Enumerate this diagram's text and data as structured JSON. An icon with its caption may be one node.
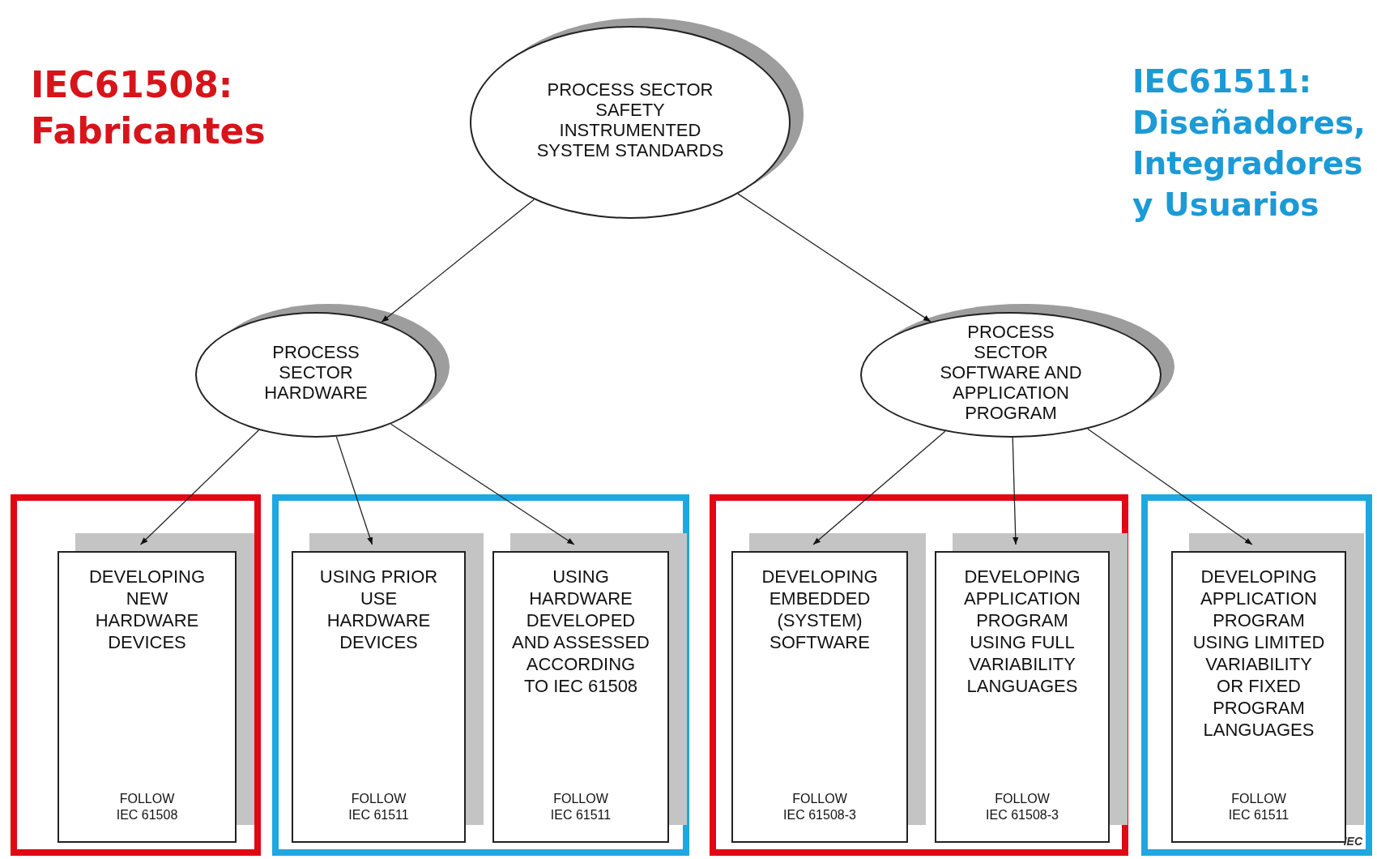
{
  "diagram": {
    "nodes": [
      {
        "text": [
          "PROCESS SECTOR SAFETY INSTRUMENTED SYSTEM STANDARDS"
        ]
      },
      {
        "text": [
          "PROCESS SECTOR HARDWARE"
        ]
      },
      {
        "text": [
          "PROCESS SECTOR SOFTWARE AND APPLICATION PROGRAM"
        ]
      },
      {
        "text": [],
        "shape": "box"
      },
      {
        "text": [
          "DEVELOPING NEW HARDWARE DEVICES",
          "FOLLOW IEC 61508"
        ],
        "in": 3
      },
      {
        "text": [],
        "shape": "box"
      },
      {
        "text": [
          "USING PRIOR USE HARDWARE DEVICES",
          "FOLLOW IEC 61511"
        ],
        "in": 5
      },
      {
        "text": [
          "USING HARDWARE DEVELOPED AND ASSESSED ACCORDING TO IEC 61508",
          "FOLLOW IEC 61511"
        ],
        "in": 5
      },
      {
        "text": [],
        "shape": "box"
      },
      {
        "text": [
          "DEVELOPING EMBEDDED (SYSTEM) SOFTWARE",
          "FOLLOW IEC 61508-3"
        ],
        "in": 8
      },
      {
        "text": [
          "DEVELOPING APPLICATION PROGRAM USING FULL VARIABILITY LANGUAGES",
          "FOLLOW IEC 61508-3"
        ],
        "in": 8
      },
      {
        "text": [],
        "shape": "box"
      },
      {
        "text": [
          "DEVELOPING APPLICATION PROGRAM USING LIMITED VARIABILITY OR FIXED PROGRAM LANGUAGES",
          "FOLLOW IEC 61511"
        ],
        "in": 11
      }
    ],
    "edges": [
      {
        "from": 0,
        "to": 1,
        "arrow": "to"
      },
      {
        "from": 0,
        "to": 2,
        "arrow": "to"
      },
      {
        "from": 1,
        "to": 4,
        "arrow": "to"
      },
      {
        "from": 1,
        "to": 6,
        "arrow": "to"
      },
      {
        "from": 1,
        "to": 7,
        "arrow": "to"
      },
      {
        "from": 2,
        "to": 9,
        "arrow": "to"
      },
      {
        "from": 2,
        "to": 10,
        "arrow": "to"
      },
      {
        "from": 2,
        "to": 12,
        "arrow": "to"
      }
    ],
    "labels": [
      "IEC61508: Fabricantes",
      "IEC61511: Diseñadores, Integradores y Usuarios",
      "IEC"
    ]
  }
}
